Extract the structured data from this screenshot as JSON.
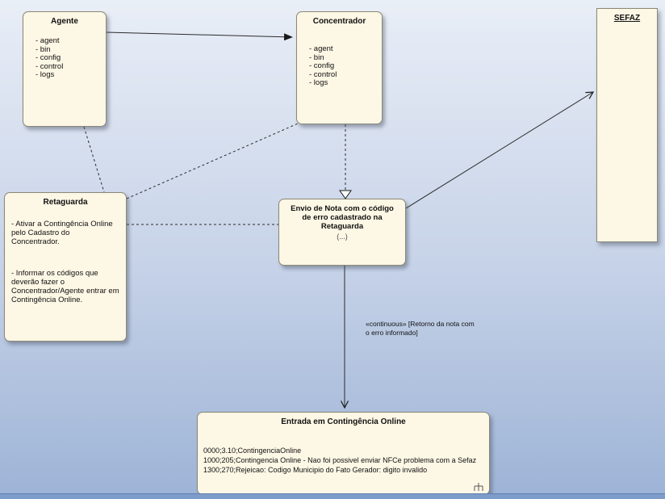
{
  "theme": {
    "bg-top": "#e9eef7",
    "bg-mid": "#c7d3e8",
    "bg-bottom": "#9db3d6",
    "node-fill": "#fdf7e5",
    "node-border": "#8a8876",
    "line-color": "#2b2b2b",
    "bottom-bar": "#7e9cc9"
  },
  "nodes": {
    "agente": {
      "title": "Agente",
      "items": [
        "- agent",
        "- bin",
        "- config",
        "- control",
        "- logs"
      ]
    },
    "concentrador": {
      "title": "Concentrador",
      "items": [
        "- agent",
        "- bin",
        "- config",
        "- control",
        "- logs"
      ]
    },
    "sefaz": {
      "title": "SEFAZ"
    },
    "retaguarda": {
      "title": "Retaguarda",
      "paragraph1": "- Ativar a Contingência Online pelo Cadastro do Concentrador.",
      "paragraph2": "- Informar os códigos que deverão fazer o Concentrador/Agente entrar em Contingência Online."
    },
    "envio_nota": {
      "title": "Envio de Nota com o código de erro cadastrado na Retaguarda",
      "subtitle": "(...)"
    },
    "entrada_contingencia": {
      "title": "Entrada em Contingência Online",
      "lines": [
        "0000;3.10;ContingenciaOnline",
        "1000;205;Contingencia Online - Nao foi possivel enviar NFCe problema com a Sefaz",
        "1300;270;Rejeicao: Codigo Municipio do Fato Gerador: digito invalido"
      ]
    }
  },
  "labels": {
    "continuous_note": "«continuous» [Retorno da nota com o erro informado]"
  }
}
